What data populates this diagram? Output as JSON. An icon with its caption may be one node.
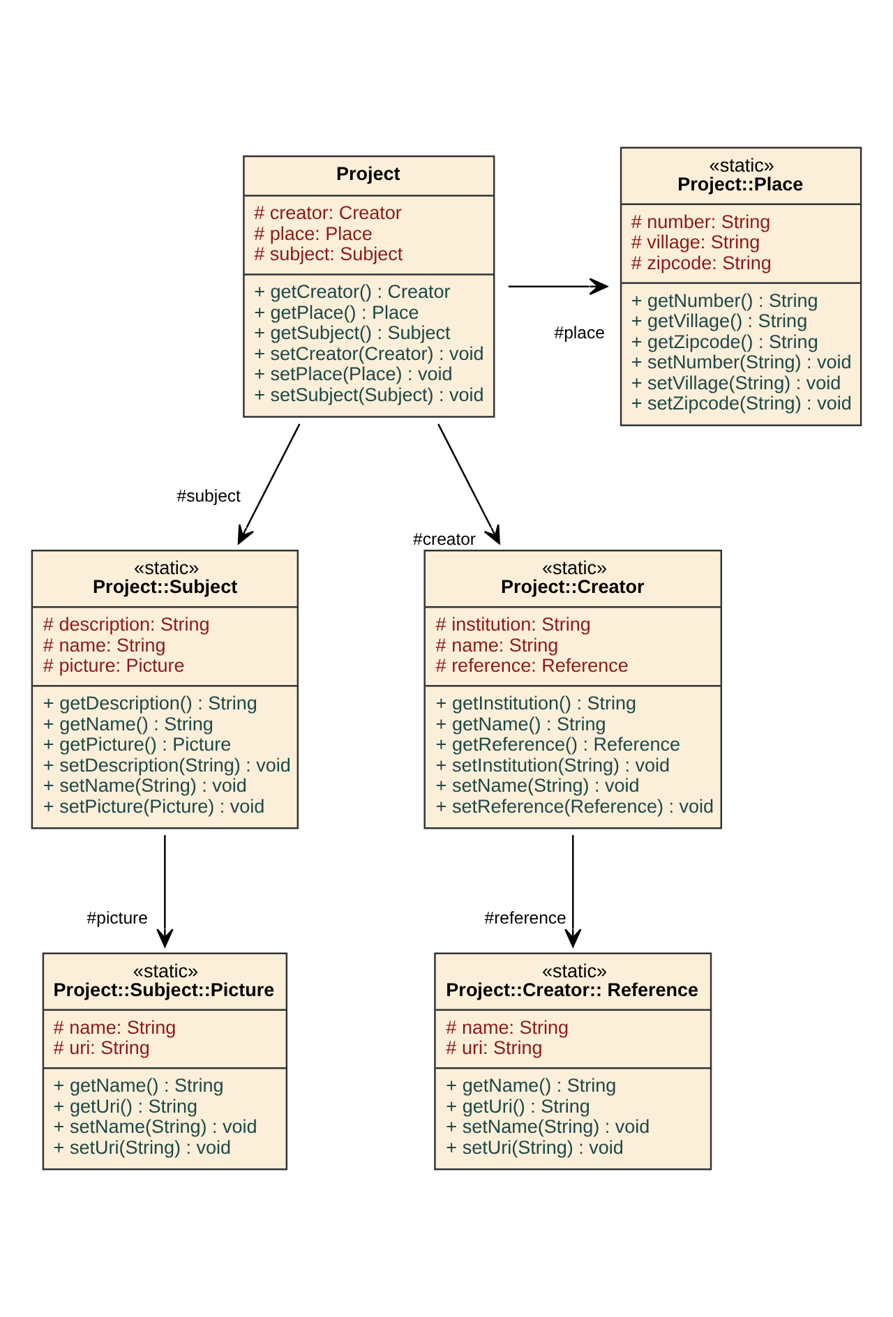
{
  "diagram": {
    "nodes": [
      {
        "text": [
          "Project",
          "# creator: Creator",
          "# place: Place",
          "# subject: Subject",
          "+ getCreator() : Creator",
          "+ getPlace() : Place",
          "+ getSubject() : Subject",
          "+ setCreator(Creator) : void",
          "+ setPlace(Place) : void",
          "+ setSubject(Subject) : void"
        ]
      },
      {
        "text": [
          "«static»",
          "Project::Place",
          "# number: String",
          "# village: String",
          "# zipcode: String",
          "+ getNumber() : String",
          "+ getVillage() : String",
          "+ getZipcode() : String",
          "+ setNumber(String) : void",
          "+ setVillage(String) : void",
          "+ setZipcode(String) : void"
        ]
      },
      {
        "text": [
          "«static»",
          "Project::Subject",
          "# description: String",
          "# name: String",
          "# picture: Picture",
          "+ getDescription() : String",
          "+ getName() : String",
          "+ getPicture() : Picture",
          "+ setDescription(String) : void",
          "+ setName(String) : void",
          "+ setPicture(Picture) : void"
        ]
      },
      {
        "text": [
          "«static»",
          "Project::Creator",
          "# institution: String",
          "# name: String",
          "# reference: Reference",
          "+ getInstitution() : String",
          "+ getName() : String",
          "+ getReference() : Reference",
          "+ setInstitution(String) : void",
          "+ setName(String) : void",
          "+ setReference(Reference) : void"
        ]
      },
      {
        "text": [
          "«static»",
          "Project::Subject::Picture",
          "# name: String",
          "# uri: String",
          "+ getName() : String",
          "+ getUri() : String",
          "+ setName(String) : void",
          "+ setUri(String) : void"
        ]
      },
      {
        "text": [
          "«static»",
          "Project::Creator:: Reference",
          "# name: String",
          "# uri: String",
          "+ getName() : String",
          "+ getUri() : String",
          "+ setName(String) : void",
          "+ setUri(String) : void"
        ]
      }
    ],
    "edges": [
      {
        "from": 0,
        "to": 1,
        "arrow": "to",
        "label": "#place"
      },
      {
        "from": 0,
        "to": 2,
        "arrow": "to",
        "label": "#subject"
      },
      {
        "from": 0,
        "to": 3,
        "arrow": "to",
        "label": "#creator"
      },
      {
        "from": 2,
        "to": 4,
        "arrow": "to",
        "label": "#picture"
      },
      {
        "from": 3,
        "to": 5,
        "arrow": "to",
        "label": "#reference"
      }
    ]
  }
}
